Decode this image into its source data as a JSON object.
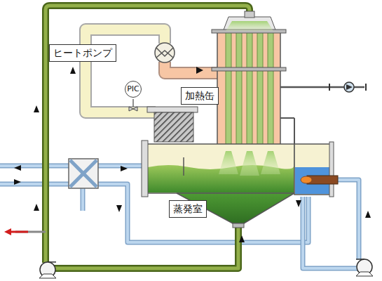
{
  "diagram": {
    "nodes": [
      {
        "text": [
          "ヒートポンプ"
        ]
      },
      {
        "text": [
          "PIC"
        ]
      },
      {
        "text": [
          "加熱缶"
        ]
      },
      {
        "text": [
          "蒸発室"
        ]
      }
    ]
  }
}
